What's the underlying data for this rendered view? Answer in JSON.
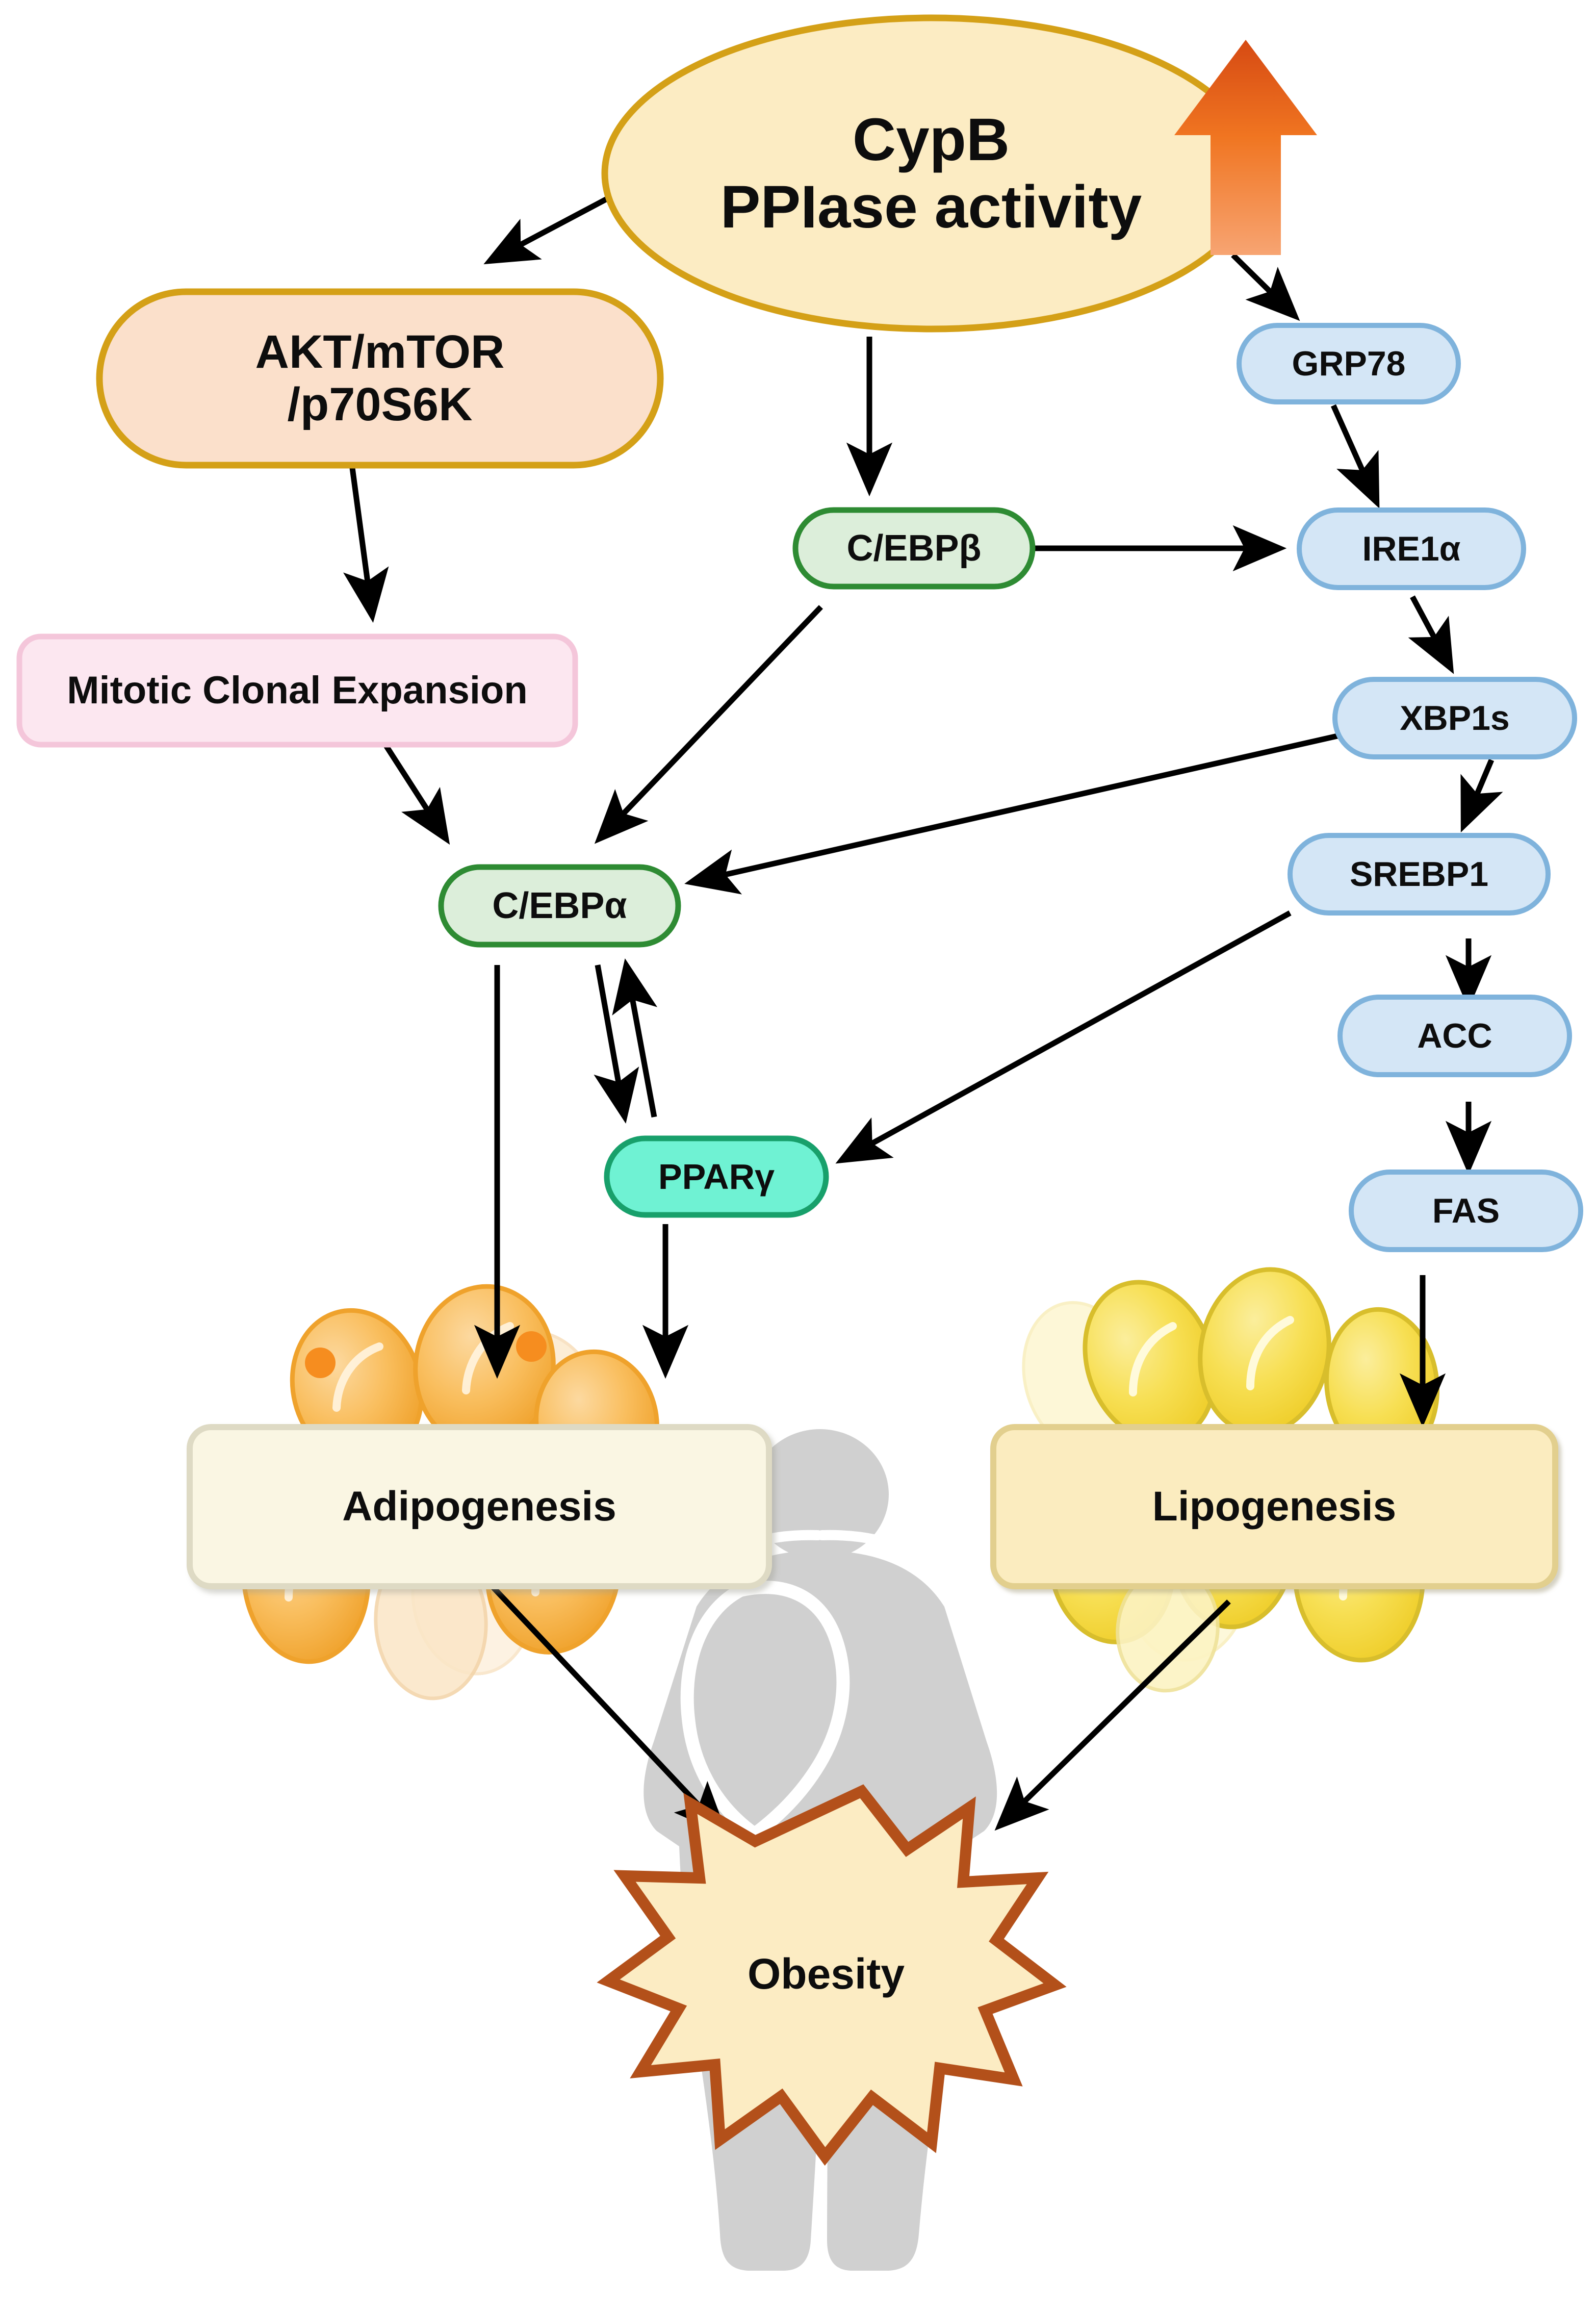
{
  "diagram": {
    "title": "CypB PPIase activity signalling pathway leading to obesity",
    "background": "#ffffff",
    "palette": {
      "ellipse_fill": "#FCECC3",
      "ellipse_border": "#D4A017",
      "orange_box_fill": "#FBE0CB",
      "orange_box_border": "#D4A017",
      "pink_box_fill": "#FCE7F0",
      "pink_box_border": "#F4C6DA",
      "green_fill": "#DCEEDA",
      "green_border": "#2E8B33",
      "teal_fill": "#6FF2D3",
      "teal_border": "#18A06B",
      "blue_fill": "#D4E6F6",
      "blue_border": "#7FB3DC",
      "cream_fill": "#FAF6E3",
      "cream_border": "#DEDAC4",
      "tan_fill": "#FBECBF",
      "tan_border": "#E2CF8E",
      "star_fill": "#FCECC3",
      "star_border": "#B3501A",
      "arrow_up_top": "#D64A13",
      "arrow_up_bottom": "#F5985E",
      "silhouette": "#D0D0D0",
      "adipocyte_orange": "#F9B649",
      "adipocyte_yellow": "#F7DC4E",
      "edge": "#000000"
    },
    "nodes": [
      {
        "id": "cypb",
        "label": "CypB\nPPIase activity",
        "shape": "ellipse",
        "style": "ellipse"
      },
      {
        "id": "akt",
        "label": "AKT/mTOR\n/p70S6K",
        "shape": "stadium",
        "style": "orange_box"
      },
      {
        "id": "mce",
        "label": "Mitotic Clonal Expansion",
        "shape": "rounded-rect",
        "style": "pink_box"
      },
      {
        "id": "cebpb",
        "label": "C/EBPβ",
        "shape": "stadium",
        "style": "green"
      },
      {
        "id": "cebpa",
        "label": "C/EBPα",
        "shape": "stadium",
        "style": "green"
      },
      {
        "id": "pparg",
        "label": "PPARγ",
        "shape": "stadium",
        "style": "teal"
      },
      {
        "id": "grp78",
        "label": "GRP78",
        "shape": "stadium",
        "style": "blue"
      },
      {
        "id": "ire1a",
        "label": "IRE1α",
        "shape": "stadium",
        "style": "blue"
      },
      {
        "id": "xbp1s",
        "label": "XBP1s",
        "shape": "stadium",
        "style": "blue"
      },
      {
        "id": "srebp1",
        "label": "SREBP1",
        "shape": "stadium",
        "style": "blue"
      },
      {
        "id": "acc",
        "label": "ACC",
        "shape": "stadium",
        "style": "blue"
      },
      {
        "id": "fas",
        "label": "FAS",
        "shape": "stadium",
        "style": "blue"
      },
      {
        "id": "adipogenesis",
        "label": "Adipogenesis",
        "shape": "rounded-rect",
        "style": "cream_box"
      },
      {
        "id": "lipogenesis",
        "label": "Lipogenesis",
        "shape": "rounded-rect",
        "style": "tan_box"
      },
      {
        "id": "obesity",
        "label": "Obesity",
        "shape": "starburst",
        "style": "star"
      }
    ],
    "edges": [
      {
        "from": "cypb",
        "to": "akt",
        "kind": "arrow"
      },
      {
        "from": "cypb",
        "to": "cebpb",
        "kind": "arrow"
      },
      {
        "from": "cypb",
        "to": "grp78",
        "kind": "arrow"
      },
      {
        "from": "akt",
        "to": "mce",
        "kind": "arrow"
      },
      {
        "from": "mce",
        "to": "cebpa",
        "kind": "arrow"
      },
      {
        "from": "cebpb",
        "to": "cebpa",
        "kind": "arrow"
      },
      {
        "from": "cebpb",
        "to": "ire1a",
        "kind": "arrow"
      },
      {
        "from": "grp78",
        "to": "ire1a",
        "kind": "arrow"
      },
      {
        "from": "ire1a",
        "to": "xbp1s",
        "kind": "arrow"
      },
      {
        "from": "xbp1s",
        "to": "cebpa",
        "kind": "arrow"
      },
      {
        "from": "xbp1s",
        "to": "srebp1",
        "kind": "arrow"
      },
      {
        "from": "srebp1",
        "to": "pparg",
        "kind": "arrow"
      },
      {
        "from": "srebp1",
        "to": "acc",
        "kind": "arrow"
      },
      {
        "from": "acc",
        "to": "fas",
        "kind": "arrow"
      },
      {
        "from": "fas",
        "to": "lipogenesis",
        "kind": "arrow"
      },
      {
        "from": "cebpa",
        "to": "pparg",
        "kind": "arrow"
      },
      {
        "from": "pparg",
        "to": "cebpa",
        "kind": "arrow"
      },
      {
        "from": "cebpa",
        "to": "adipogenesis",
        "kind": "arrow"
      },
      {
        "from": "pparg",
        "to": "adipogenesis",
        "kind": "arrow"
      },
      {
        "from": "adipogenesis",
        "to": "obesity",
        "kind": "arrow"
      },
      {
        "from": "lipogenesis",
        "to": "obesity",
        "kind": "arrow"
      }
    ],
    "annotations": [
      {
        "id": "upregulation-arrow",
        "label": "upward orange arrow indicating increased CypB PPIase activity"
      },
      {
        "id": "human-silhouette",
        "label": "grey obese human figure silhouette"
      },
      {
        "id": "adipocyte-cluster-left",
        "label": "cluster of orange lipid-filled adipocytes"
      },
      {
        "id": "adipocyte-cluster-right",
        "label": "cluster of yellow lipid droplets"
      }
    ]
  }
}
